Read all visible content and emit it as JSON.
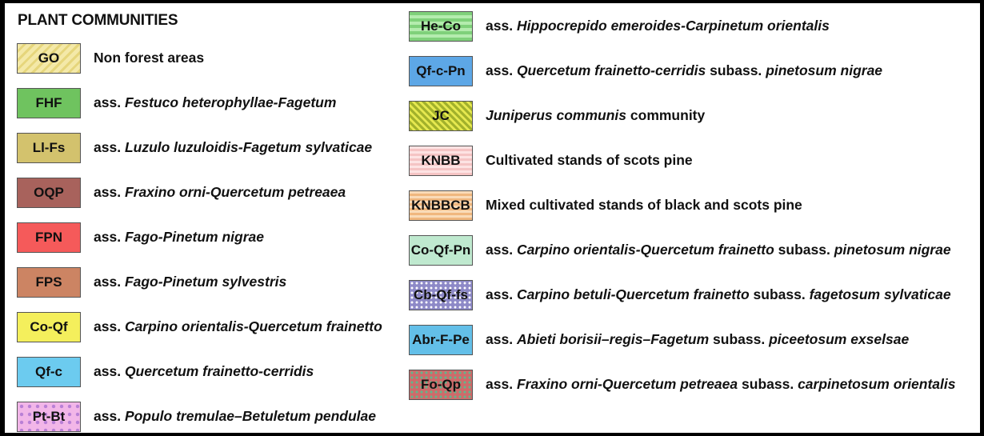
{
  "title": "PLANT COMMUNITIES",
  "left": [
    {
      "code": "GO",
      "name_plain": "Non forest areas",
      "name_italic": "",
      "name_suffix": "",
      "color": "#efe28c"
    },
    {
      "code": "FHF",
      "name_plain": "ass.",
      "name_italic": "Festuco heterophyllae-Fagetum",
      "name_suffix": "",
      "color": "#6fc35f"
    },
    {
      "code": "Ll-Fs",
      "name_plain": "ass.",
      "name_italic": "Luzulo luzuloidis-Fagetum sylvaticae",
      "name_suffix": "",
      "color": "#d3c26d"
    },
    {
      "code": "OQP",
      "name_plain": "ass.",
      "name_italic": "Fraxino orni-Quercetum petreaea",
      "name_suffix": "",
      "color": "#a8625c"
    },
    {
      "code": "FPN",
      "name_plain": "ass.",
      "name_italic": "Fago-Pinetum nigrae",
      "name_suffix": "",
      "color": "#f55a5a"
    },
    {
      "code": "FPS",
      "name_plain": "ass.",
      "name_italic": "Fago-Pinetum sylvestris",
      "name_suffix": "",
      "color": "#cc8463"
    },
    {
      "code": "Co-Qf",
      "name_plain": "ass.",
      "name_italic": "Carpino orientalis-Quercetum frainetto",
      "name_suffix": "",
      "color": "#f4ef5c"
    },
    {
      "code": "Qf-c",
      "name_plain": "ass.",
      "name_italic": "Quercetum frainetto-cerridis",
      "name_suffix": "",
      "color": "#6ccbef"
    },
    {
      "code": "Pt-Bt",
      "name_plain": "ass.",
      "name_italic": "Populo tremulae–Betuletum pendulae",
      "name_suffix": "",
      "color": "#f2b6e8"
    }
  ],
  "right": [
    {
      "code": "He-Co",
      "name_plain": "ass.",
      "name_italic": "Hippocrepido emeroides-Carpinetum orientalis",
      "name_mid": "",
      "name_italic2": "",
      "color": "#8ed98a"
    },
    {
      "code": "Qf-c-Pn",
      "name_plain": "ass.",
      "name_italic": "Quercetum frainetto-cerridis",
      "name_mid": "subass.",
      "name_italic2": "pinetosum nigrae",
      "color": "#5da7e6"
    },
    {
      "code": "JC",
      "name_plain": "",
      "name_italic": "Juniperus communis",
      "name_mid": "community",
      "name_italic2": "",
      "color": "#e6e84f"
    },
    {
      "code": "KNBB",
      "name_plain": "",
      "name_italic": "",
      "name_mid": "Cultivated stands of scots pine",
      "name_italic2": "",
      "color": "#f9d4d4"
    },
    {
      "code": "KNBBCB",
      "name_plain": "",
      "name_italic": "",
      "name_mid": "Mixed cultivated stands of black and scots pine",
      "name_italic2": "",
      "color": "#f5c896"
    },
    {
      "code": "Co-Qf-Pn",
      "name_plain": "ass.",
      "name_italic": "Carpino orientalis-Quercetum frainetto",
      "name_mid": "subass.",
      "name_italic2": "pinetosum nigrae",
      "color": "#bfe9cf"
    },
    {
      "code": "Cb-Qf-fs",
      "name_plain": "ass.",
      "name_italic": "Carpino betuli-Quercetum frainetto",
      "name_mid": "subass.",
      "name_italic2": "fagetosum sylvaticae",
      "color": "#8d89c7"
    },
    {
      "code": "Abr-F-Pe",
      "name_plain": "ass.",
      "name_italic": "Abieti borisii–regis–Fagetum",
      "name_mid": "subass.",
      "name_italic2": "piceetosum exselsae",
      "color": "#63bfe8"
    },
    {
      "code": "Fo-Qp",
      "name_plain": "ass.",
      "name_italic": "Fraxino orni-Quercetum petreaea",
      "name_mid": "subass.",
      "name_italic2": "carpinetosum orientalis",
      "color": "#cf6a6a"
    }
  ]
}
